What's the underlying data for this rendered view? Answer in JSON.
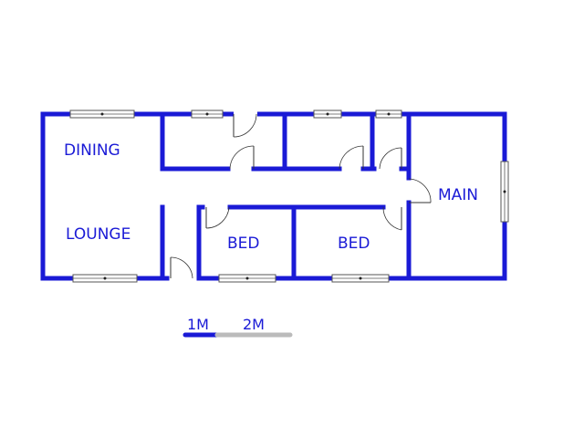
{
  "rooms": {
    "dining": "DINING",
    "lounge": "LOUNGE",
    "main": "MAIN",
    "bed1": "BED",
    "bed2": "BED"
  },
  "scale": {
    "mark1": "1M",
    "mark2": "2M"
  },
  "colors": {
    "wall": "#1a1ad6",
    "scale_primary": "#1a1ad6",
    "scale_secondary": "#bbbbbb"
  }
}
